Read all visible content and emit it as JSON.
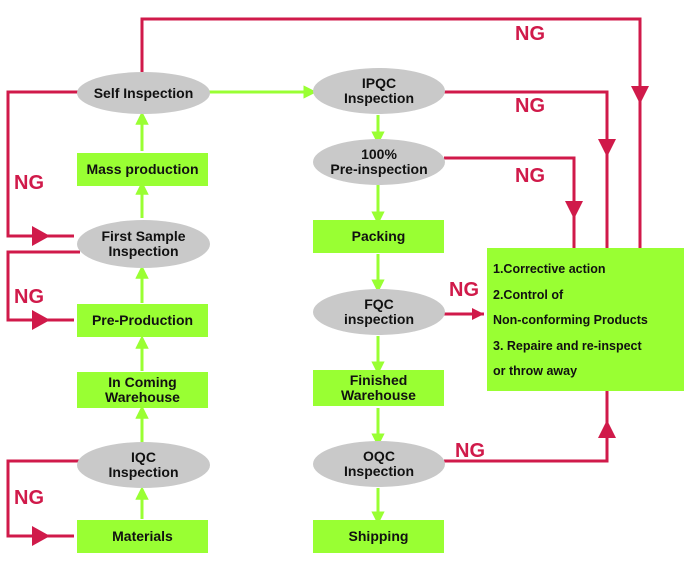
{
  "nodes": {
    "self_inspection": "Self Inspection",
    "ipqc_line1": "IPQC",
    "ipqc_line2": "Inspection",
    "mass_production": "Mass production",
    "pre_inspection_line1": "100%",
    "pre_inspection_line2": "Pre-inspection",
    "first_sample_line1": "First Sample",
    "first_sample_line2": "Inspection",
    "packing": "Packing",
    "pre_production": "Pre-Production",
    "fqc_line1": "FQC",
    "fqc_line2": "inspection",
    "incoming_line1": "In Coming",
    "incoming_line2": "Warehouse",
    "finished_line1": "Finished",
    "finished_line2": "Warehouse",
    "iqc_line1": "IQC",
    "iqc_line2": "Inspection",
    "oqc_line1": "OQC",
    "oqc_line2": "Inspection",
    "materials": "Materials",
    "shipping": "Shipping"
  },
  "action_box": {
    "line1": "1.Corrective action",
    "line2": "2.Control of",
    "line3": "Non-conforming Products",
    "line4": "3. Repaire and re-inspect",
    "line5": "or  throw away"
  },
  "ng_label": "NG",
  "colors": {
    "process_fill": "#99ff33",
    "inspection_fill": "#c9c9c9",
    "ng_red": "#d01a4a",
    "flow_green": "#99ff33"
  }
}
